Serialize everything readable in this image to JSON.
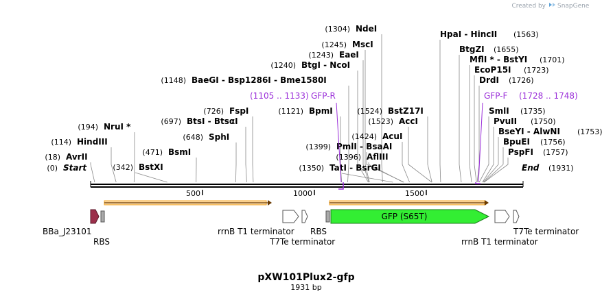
{
  "credit": "Created by",
  "brand": "SnapGene",
  "title": "pXW101Plux2-gfp",
  "length_label": "1931 bp",
  "sequence_length": 1931,
  "colors": {
    "primer": "#9b30d9",
    "gfp_fill": "#33ee33",
    "orf_arrow": "#f5a623",
    "promoter_fill": "#9c2f4b",
    "terminator_fill": "#ffffff",
    "rbs_fill": "#aaaaaa"
  },
  "axis_ticks": [
    "500",
    "1000",
    "1500"
  ],
  "sites": [
    {
      "id": "start",
      "pos": "(0)",
      "name": "Start",
      "bp": 0
    },
    {
      "id": "avrii",
      "pos": "(18)",
      "name": "AvrII",
      "bp": 18
    },
    {
      "id": "hindiii",
      "pos": "(114)",
      "name": "HindIII",
      "bp": 114
    },
    {
      "id": "nrui",
      "pos": "(194)",
      "name": "NruI *",
      "bp": 194
    },
    {
      "id": "bstxi",
      "pos": "(342)",
      "name": "BstXI",
      "bp": 342
    },
    {
      "id": "bsmi",
      "pos": "(471)",
      "name": "BsmI",
      "bp": 471
    },
    {
      "id": "sphi",
      "pos": "(648)",
      "name": "SphI",
      "bp": 648
    },
    {
      "id": "btsi",
      "pos": "(697)",
      "name": "BtsI - BtsαI",
      "bp": 697
    },
    {
      "id": "fspi",
      "pos": "(726)",
      "name": "FspI",
      "bp": 726
    },
    {
      "id": "baegi",
      "pos": "(1148)",
      "name": "BaeGI - Bsp1286I - Bme1580I",
      "bp": 1148
    },
    {
      "id": "bpmi",
      "pos": "(1121)",
      "name": "BpmI",
      "bp": 1121
    },
    {
      "id": "tati",
      "pos": "(1350)",
      "name": "TatI - BsrGI",
      "bp": 1350
    },
    {
      "id": "afliii",
      "pos": "(1396)",
      "name": "AflIII",
      "bp": 1396
    },
    {
      "id": "pmli",
      "pos": "(1399)",
      "name": "PmlI - BsaAI",
      "bp": 1399
    },
    {
      "id": "btgi",
      "pos": "(1240)",
      "name": "BtgI - NcoI",
      "bp": 1240
    },
    {
      "id": "eaei",
      "pos": "(1243)",
      "name": "EaeI",
      "bp": 1243
    },
    {
      "id": "msci",
      "pos": "(1245)",
      "name": "MscI",
      "bp": 1245
    },
    {
      "id": "ndei",
      "pos": "(1304)",
      "name": "NdeI",
      "bp": 1304
    },
    {
      "id": "acui",
      "pos": "(1424)",
      "name": "AcuI",
      "bp": 1424
    },
    {
      "id": "acci",
      "pos": "(1523)",
      "name": "AccI",
      "bp": 1523
    },
    {
      "id": "bstz17i",
      "pos": "(1524)",
      "name": "BstZ17I",
      "bp": 1524
    },
    {
      "id": "hpai",
      "pos": "(1563)",
      "name": "HpaI - HincII",
      "bp": 1563
    },
    {
      "id": "btgzi",
      "pos": "(1655)",
      "name": "BtgZI",
      "bp": 1655
    },
    {
      "id": "mfli",
      "pos": "(1701)",
      "name": "MflI * - BstYI",
      "bp": 1701
    },
    {
      "id": "ecop15i",
      "pos": "(1723)",
      "name": "EcoP15I",
      "bp": 1723
    },
    {
      "id": "drdi",
      "pos": "(1726)",
      "name": "DrdI",
      "bp": 1726
    },
    {
      "id": "smli",
      "pos": "(1735)",
      "name": "SmlI",
      "bp": 1735
    },
    {
      "id": "pvuii",
      "pos": "(1750)",
      "name": "PvuII",
      "bp": 1750
    },
    {
      "id": "bseyi",
      "pos": "(1753)",
      "name": "BseYI - AlwNI",
      "bp": 1753
    },
    {
      "id": "bpuei",
      "pos": "(1756)",
      "name": "BpuEI",
      "bp": 1756
    },
    {
      "id": "pspfi",
      "pos": "(1757)",
      "name": "PspFI",
      "bp": 1757
    },
    {
      "id": "end",
      "pos": "(1931)",
      "name": "End",
      "bp": 1931
    }
  ],
  "primers": [
    {
      "id": "gfp-r",
      "name": "GFP-R",
      "range": "(1105 .. 1133)",
      "start": 1105,
      "end": 1133,
      "direction": "reverse"
    },
    {
      "id": "gfp-f",
      "name": "GFP-F",
      "range": "(1728 .. 1748)",
      "start": 1728,
      "end": 1748,
      "direction": "forward"
    }
  ],
  "features": [
    {
      "id": "bba-j23101",
      "label": "BBa_J23101",
      "type": "promoter"
    },
    {
      "id": "rbs-1",
      "label": "RBS",
      "type": "rbs"
    },
    {
      "id": "rrnb-t1-1",
      "label": "rrnB T1 terminator",
      "type": "terminator"
    },
    {
      "id": "t7te-1",
      "label": "T7Te terminator",
      "type": "terminator"
    },
    {
      "id": "rbs-2",
      "label": "RBS",
      "type": "rbs"
    },
    {
      "id": "gfp",
      "label": "GFP (S65T)",
      "type": "cds"
    },
    {
      "id": "rrnb-t1-2",
      "label": "rrnB T1 terminator",
      "type": "terminator"
    },
    {
      "id": "t7te-2",
      "label": "T7Te terminator",
      "type": "terminator"
    }
  ]
}
